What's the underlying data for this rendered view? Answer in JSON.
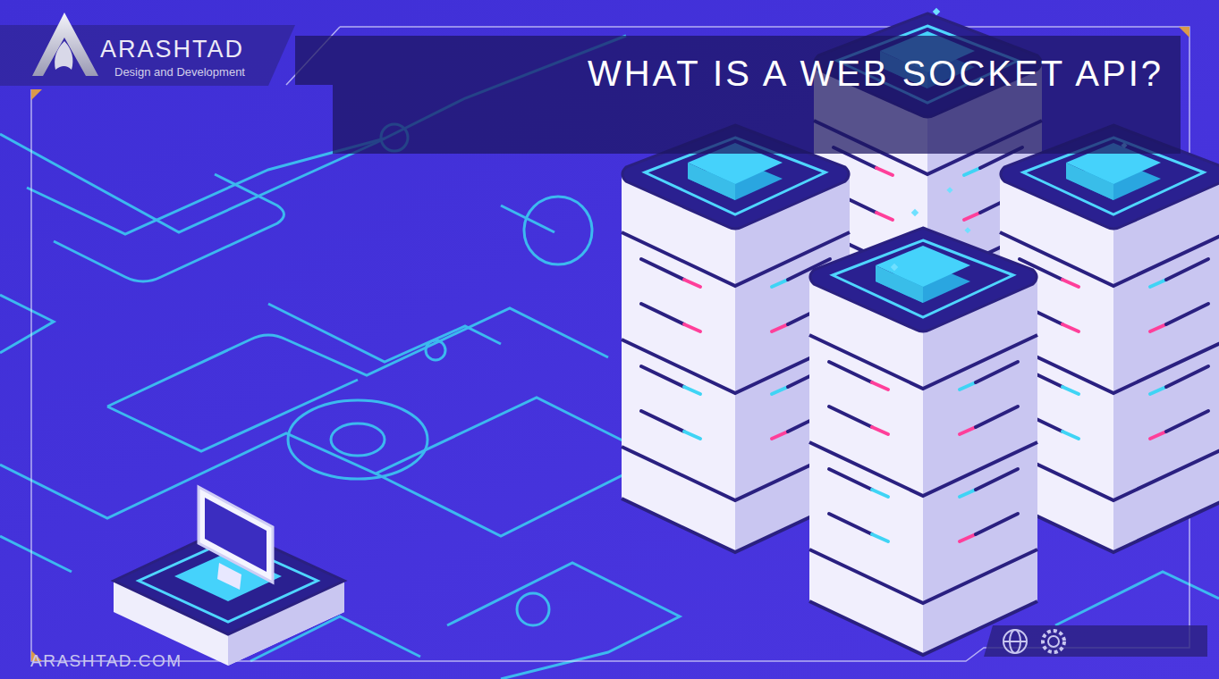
{
  "diagram": {
    "title": "WHAT IS A WEB SOCKET API?",
    "labels": [
      "ARASHTAD",
      "Design and Development",
      "ARASHTAD.COM"
    ]
  }
}
